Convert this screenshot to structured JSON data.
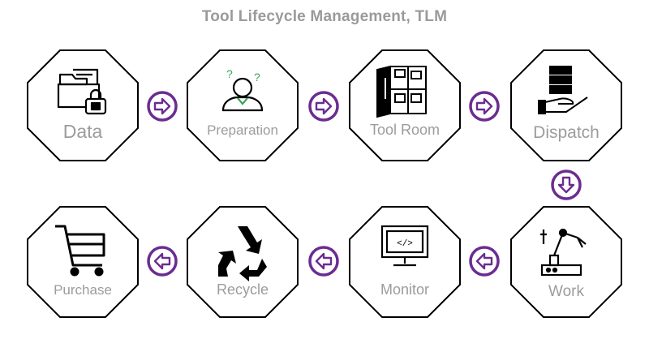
{
  "title": "Tool Lifecycle Management, TLM",
  "colors": {
    "accent": "#6b2c91",
    "text": "#9c9c9c",
    "outline": "#000000"
  },
  "nodes": [
    {
      "label": "Data",
      "icon": "folder-lock-icon"
    },
    {
      "label": "Preparation",
      "icon": "person-question-icon"
    },
    {
      "label": "Tool Room",
      "icon": "tool-cabinet-icon"
    },
    {
      "label": "Dispatch",
      "icon": "hand-server-icon"
    },
    {
      "label": "Work",
      "icon": "robot-arm-icon"
    },
    {
      "label": "Monitor",
      "icon": "monitor-code-icon"
    },
    {
      "label": "Recycle",
      "icon": "recycle-icon"
    },
    {
      "label": "Purchase",
      "icon": "shopping-cart-icon"
    }
  ],
  "arrows": [
    {
      "direction": "right"
    },
    {
      "direction": "right"
    },
    {
      "direction": "right"
    },
    {
      "direction": "down"
    },
    {
      "direction": "left"
    },
    {
      "direction": "left"
    },
    {
      "direction": "left"
    }
  ]
}
